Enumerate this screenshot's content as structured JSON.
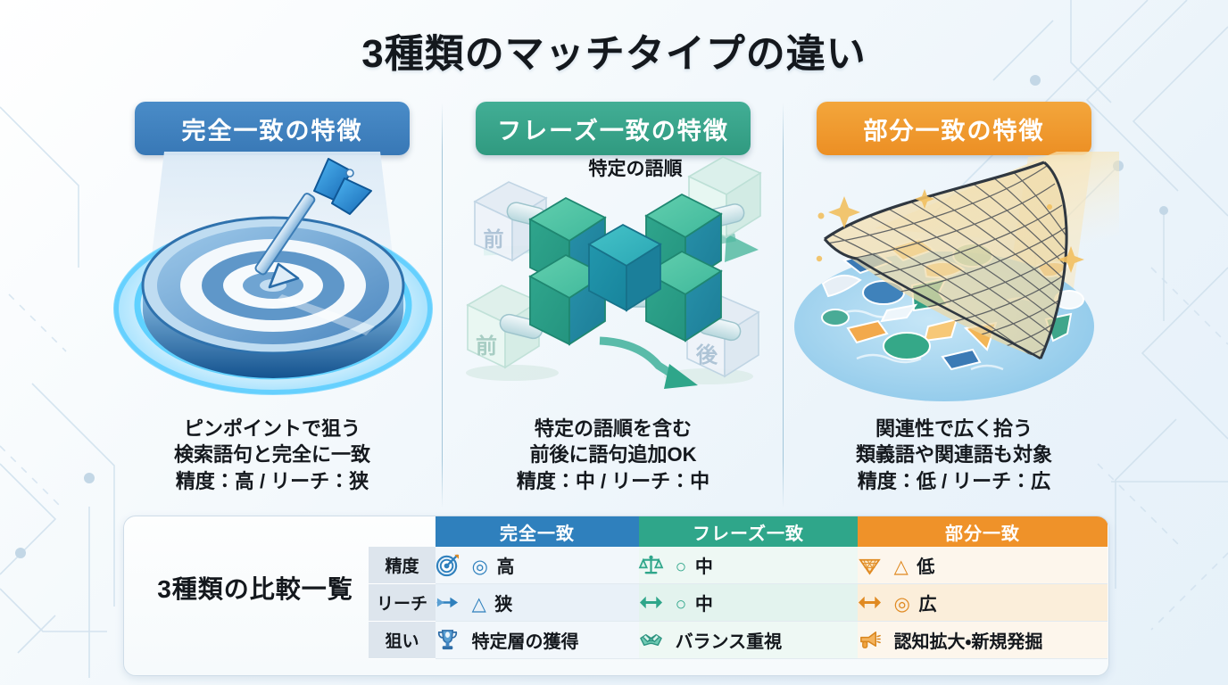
{
  "page": {
    "title": "3種類のマッチタイプの違い",
    "background_accent": "#eaf3fa"
  },
  "columns": [
    {
      "badge_label": "完全一致の特徴",
      "badge_color": "#3878b6",
      "illustration": "target-arrow-illustration",
      "caption_line1": "ピンポイントで狙う",
      "caption_line2": "検索語句と完全に一致",
      "caption_line3": "精度：高 / リーチ：狭"
    },
    {
      "badge_label": "フレーズ一致の特徴",
      "badge_color": "#309a80",
      "illustration": "puzzle-cubes-illustration",
      "inner_label": "特定の語順",
      "cube_label_before": "前",
      "cube_label_after": "後",
      "caption_line1": "特定の語順を含む",
      "caption_line2": "前後に語句追加OK",
      "caption_line3": "精度：中 / リーチ：中"
    },
    {
      "badge_label": "部分一致の特徴",
      "badge_color": "#ec8f24",
      "illustration": "fishing-net-illustration",
      "caption_line1": "関連性で広く拾う",
      "caption_line2": "類義語や関連語も対象",
      "caption_line3": "精度：低 / リーチ：広"
    }
  ],
  "table": {
    "title": "3種類の比較一覧",
    "headers": [
      "",
      "完全一致",
      "フレーズ一致",
      "部分一致"
    ],
    "header_colors": [
      "",
      "#2f80bd",
      "#2fa68a",
      "#ef9229"
    ],
    "rows": [
      {
        "label": "精度",
        "cells": [
          {
            "icon": "target-icon",
            "mark": "◎",
            "text": "高"
          },
          {
            "icon": "scales-icon",
            "mark": "○",
            "text": "中"
          },
          {
            "icon": "net-icon",
            "mark": "△",
            "text": "低"
          }
        ]
      },
      {
        "label": "リーチ",
        "cells": [
          {
            "icon": "arrow-right-icon",
            "mark": "△",
            "text": "狭"
          },
          {
            "icon": "arrows-horizontal-icon",
            "mark": "○",
            "text": "中"
          },
          {
            "icon": "arrows-horizontal-icon",
            "mark": "◎",
            "text": "広"
          }
        ]
      },
      {
        "label": "狙い",
        "cells": [
          {
            "icon": "trophy-icon",
            "mark": "",
            "text": "特定層の獲得"
          },
          {
            "icon": "handshake-icon",
            "mark": "",
            "text": "バランス重視"
          },
          {
            "icon": "megaphone-icon",
            "mark": "",
            "text": "認知拡大・新規発掘"
          }
        ]
      }
    ]
  }
}
